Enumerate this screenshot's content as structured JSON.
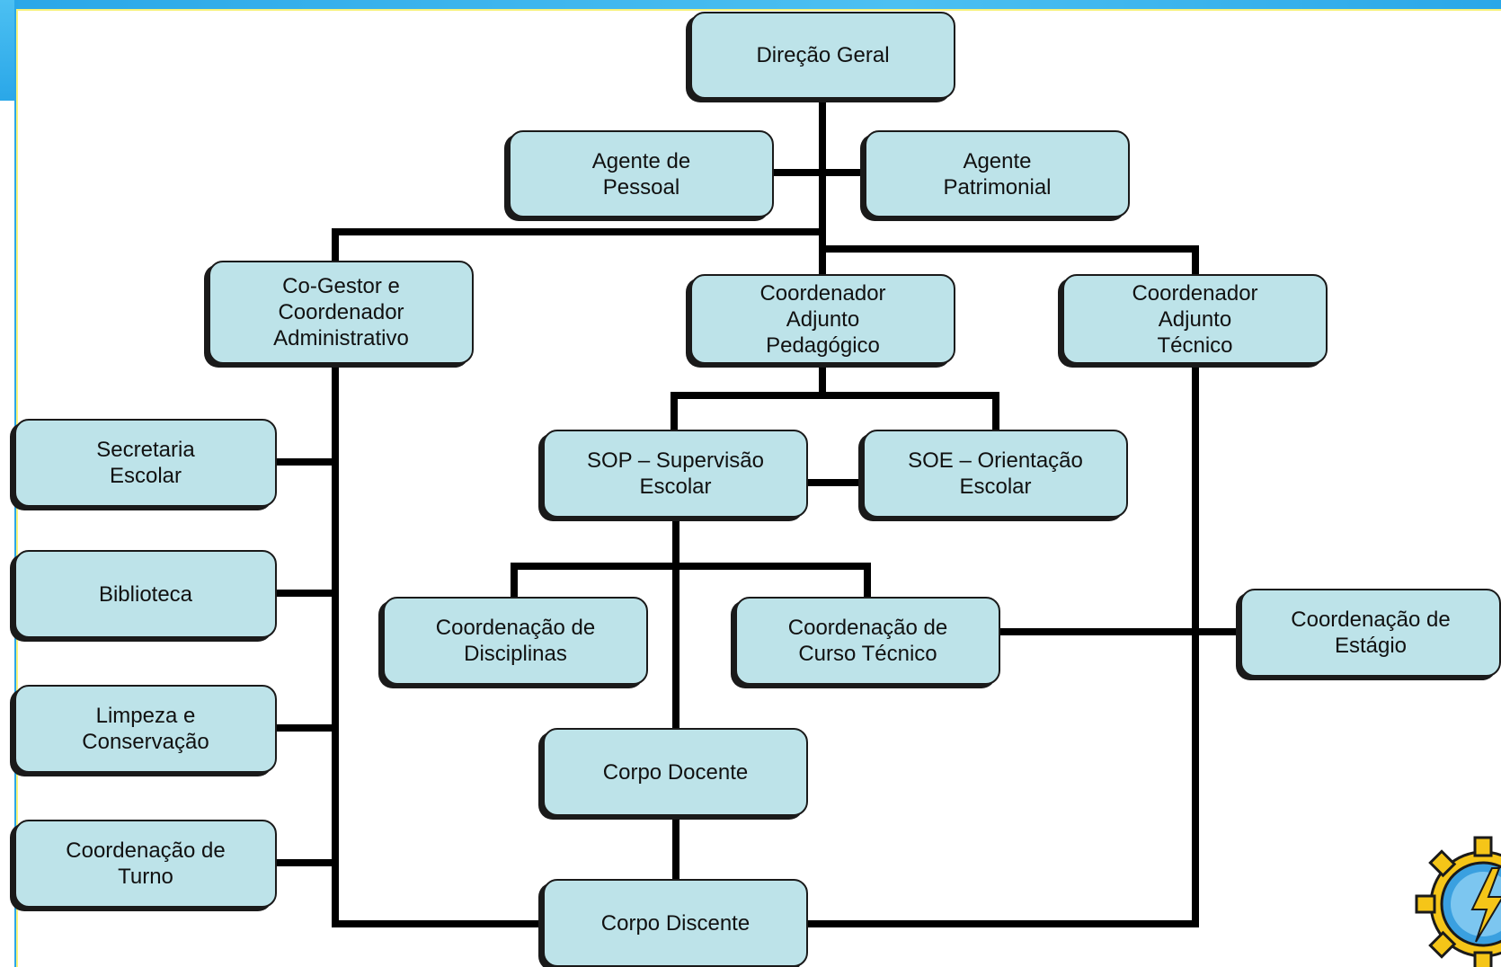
{
  "nodes": {
    "direcao_geral": "Direção Geral",
    "agente_pessoal": "Agente de\nPessoal",
    "agente_patrimonial": "Agente\nPatrimonial",
    "co_gestor": "Co-Gestor e\nCoordenador\nAdministrativo",
    "coord_adj_pedagogico": "Coordenador\nAdjunto\nPedagógico",
    "coord_adj_tecnico": "Coordenador\nAdjunto\nTécnico",
    "secretaria": "Secretaria\nEscolar",
    "biblioteca": "Biblioteca",
    "limpeza": "Limpeza e\nConservação",
    "coord_turno": "Coordenação de\nTurno",
    "sop": "SOP – Supervisão\nEscolar",
    "soe": "SOE – Orientação\nEscolar",
    "coord_disciplinas": "Coordenação de\nDisciplinas",
    "coord_curso_tecnico": "Coordenação de\nCurso Técnico",
    "coord_estagio": "Coordenação de\nEstágio",
    "corpo_docente": "Corpo Docente",
    "corpo_discente": "Corpo Discente"
  },
  "colors": {
    "node_fill": "#bde3e9",
    "line": "#000000",
    "frame": "#2aa7e8"
  },
  "logo_icon": "gear-lightning-icon"
}
